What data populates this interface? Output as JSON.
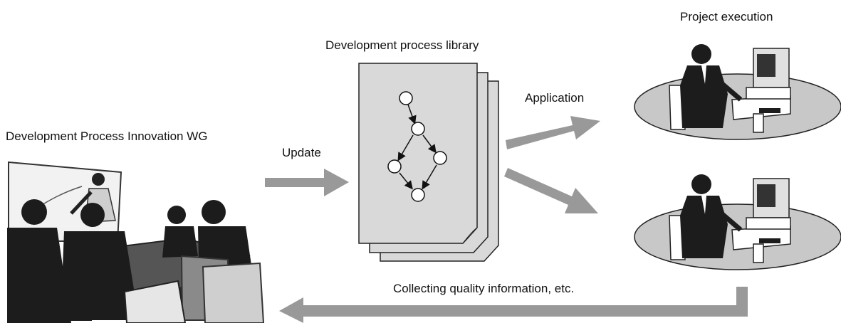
{
  "labels": {
    "wg": "Development Process Innovation WG",
    "library": "Development process library",
    "project": "Project execution",
    "update": "Update",
    "application": "Application",
    "feedback": "Collecting quality information, etc."
  },
  "colors": {
    "arrow": "#999999",
    "paper": "#d9d9d9",
    "disc": "#c8c8c8",
    "suit": "#1c1c1c",
    "monitor": "#e0e0e0"
  },
  "icons": {
    "meeting": "meeting-room-illustration",
    "workstation": "person-at-computer-illustration",
    "documents": "process-flow-document-stack"
  }
}
